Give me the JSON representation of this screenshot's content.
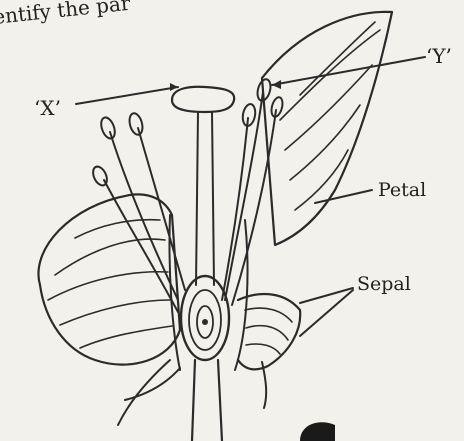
{
  "question_fragment": "entify the par",
  "labels": {
    "x": "‘X’",
    "y": "‘Y’",
    "petal": "Petal",
    "sepal": "Sepal"
  },
  "colors": {
    "background": "#f2f1ec",
    "ink": "#2b2b2b"
  }
}
